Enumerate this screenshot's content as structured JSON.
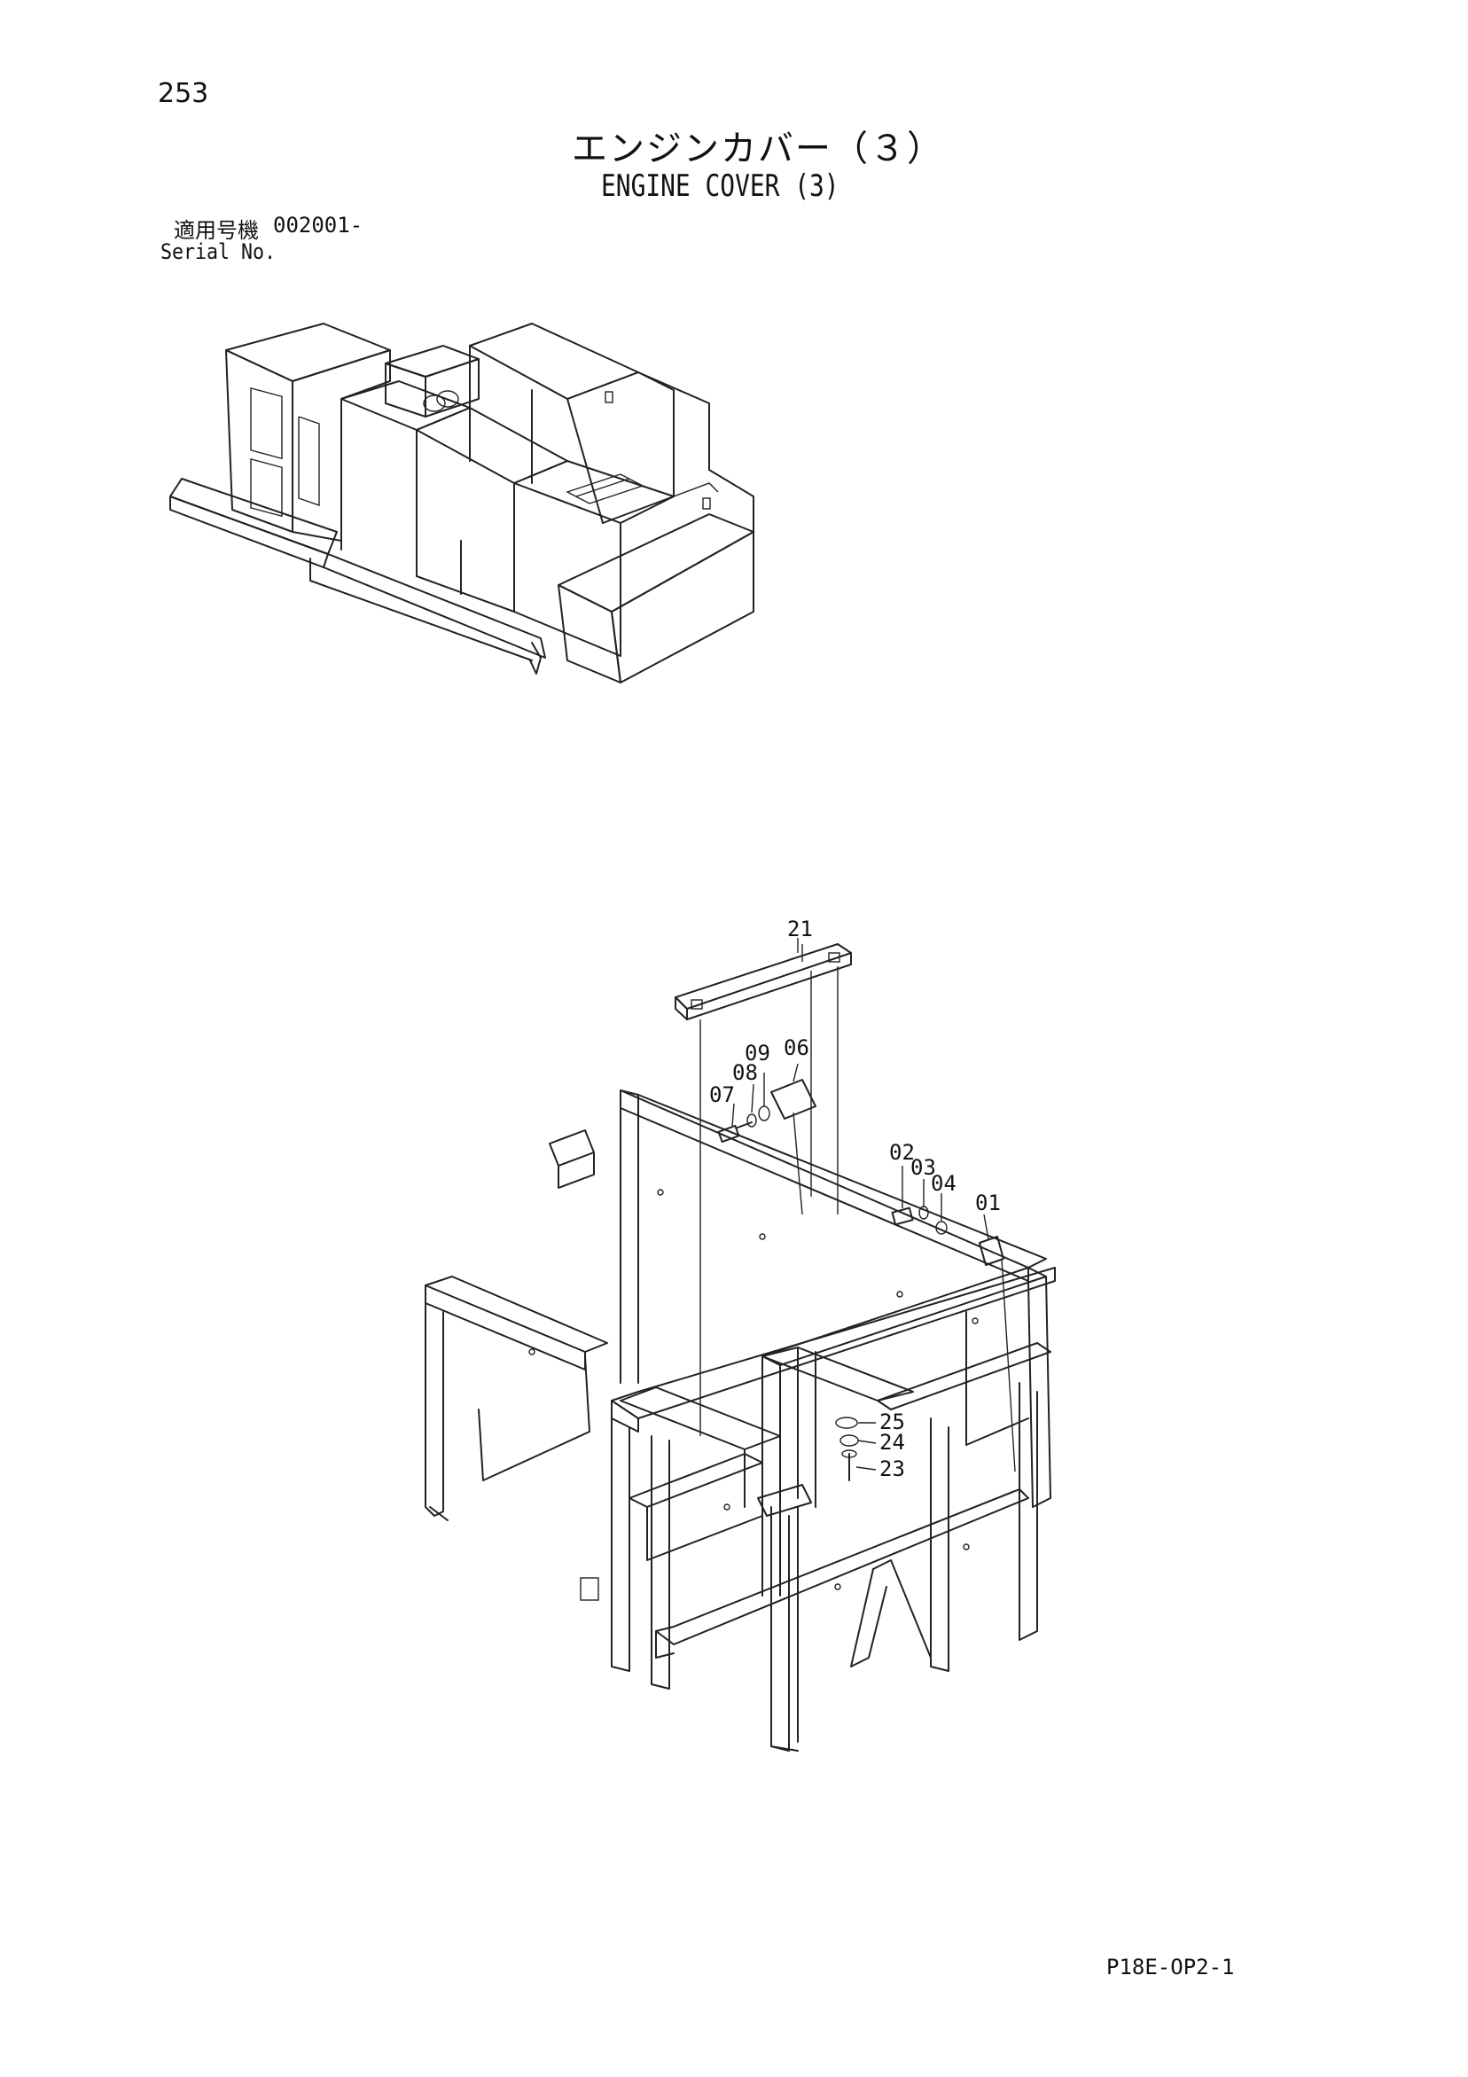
{
  "page_number": "253",
  "title_jp": "エンジンカバー（３）",
  "title_en": "ENGINE COVER (3)",
  "serial_label_jp": "適用号機",
  "serial_value": "002001-",
  "serial_label_en": "Serial No.",
  "doc_code": "P18E-OP2-1",
  "callouts": {
    "c21": "21",
    "c09": "09",
    "c06": "06",
    "c08": "08",
    "c07": "07",
    "c02": "02",
    "c03": "03",
    "c04": "04",
    "c01": "01",
    "c25": "25",
    "c24": "24",
    "c23": "23"
  }
}
